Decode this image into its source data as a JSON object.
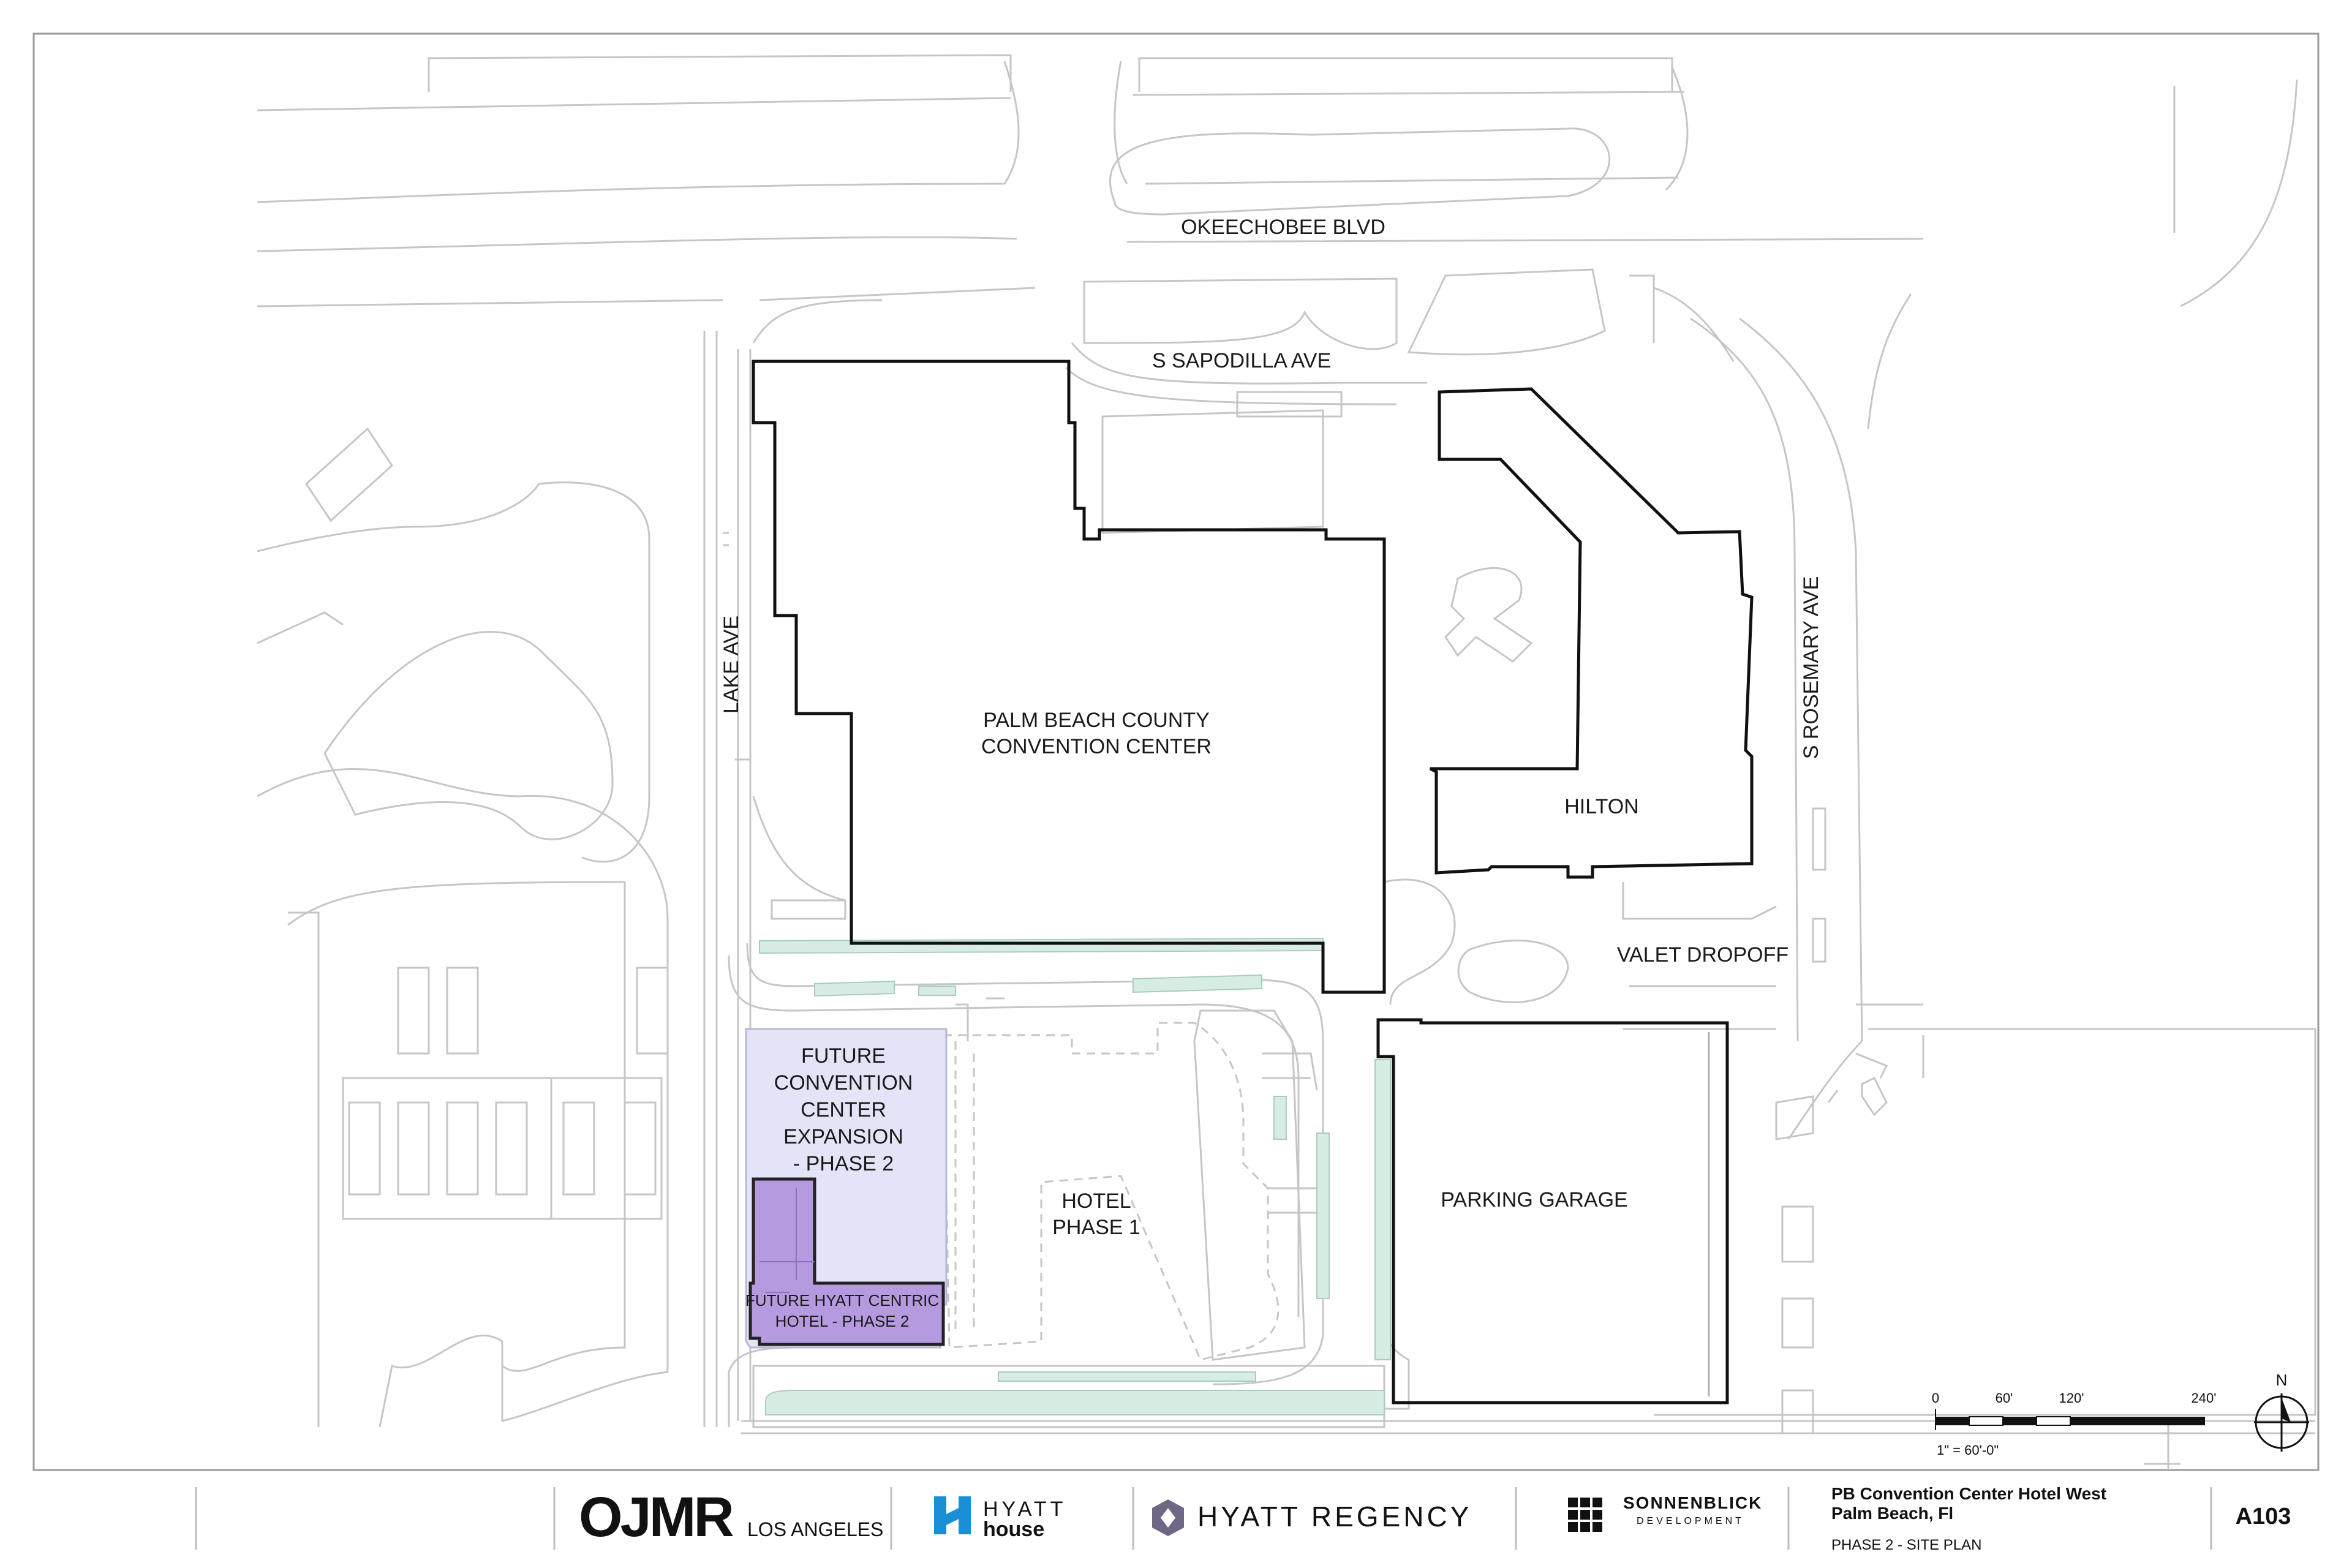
{
  "streets": {
    "okeechobee": "OKEECHOBEE BLVD",
    "sapodilla": "S SAPODILLA AVE",
    "lake": "LAKE AVE",
    "rosemary": "S ROSEMARY AVE",
    "valet": "VALET DROPOFF"
  },
  "buildings": {
    "convention_center": [
      "PALM BEACH COUNTY",
      "CONVENTION CENTER"
    ],
    "hilton": "HILTON",
    "parking_garage": "PARKING GARAGE",
    "hotel_phase1": [
      "HOTEL",
      "PHASE 1"
    ],
    "future_expansion": [
      "FUTURE",
      "CONVENTION",
      "CENTER",
      "EXPANSION",
      "- PHASE 2"
    ],
    "future_hyatt": [
      "FUTURE HYATT CENTRIC",
      "HOTEL - PHASE 2"
    ]
  },
  "scale_bar": {
    "ticks": [
      "0",
      "60'",
      "120'",
      "240'"
    ],
    "note": "1\" = 60'-0\""
  },
  "north_arrow": {
    "label": "N",
    "icon": "north-arrow-icon"
  },
  "colors": {
    "expansion_fill": "#e3e4f8",
    "hyatt_fill": "#b59ae0",
    "landscape": "#cfeadf",
    "linework": "#c8c8c8"
  },
  "title_block": {
    "logos": {
      "ojmr": "OJMR",
      "ojmr_city": "LOS ANGELES",
      "hyatt_house_top": "HYATT",
      "hyatt_house_bottom": "house",
      "hyatt_regency": "HYATT REGENCY",
      "sonnenblick": "SONNENBLICK",
      "sonnenblick_sub": "DEVELOPMENT"
    },
    "project_name": "PB Convention Center Hotel West",
    "project_location": "Palm Beach, Fl",
    "sheet_title": "PHASE 2 - SITE PLAN",
    "sheet_number": "A103"
  }
}
